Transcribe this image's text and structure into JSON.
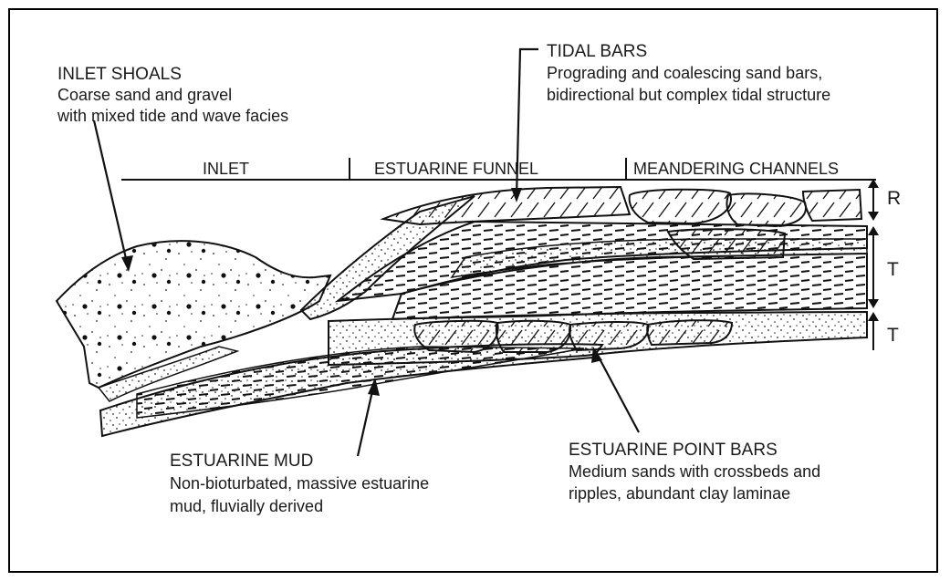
{
  "zones": {
    "inlet": "INLET",
    "estuarine_funnel": "ESTUARINE FUNNEL",
    "meandering_channels": "MEANDERING CHANNELS"
  },
  "side_labels": {
    "r": "R",
    "t_upper": "T",
    "t_lower": "T"
  },
  "annotations": {
    "inlet_shoals": {
      "title": "INLET SHOALS",
      "line1": "Coarse sand and gravel",
      "line2": "with mixed tide and wave facies"
    },
    "tidal_bars": {
      "title": "TIDAL BARS",
      "line1": "Prograding and coalescing sand bars,",
      "line2": "bidirectional but complex tidal structure"
    },
    "estuarine_mud": {
      "title": "ESTUARINE MUD",
      "line1": "Non-bioturbated, massive estuarine",
      "line2": "mud, fluvially derived"
    },
    "estuarine_point_bars": {
      "title": "ESTUARINE POINT BARS",
      "line1": "Medium sands with crossbeds and",
      "line2": "ripples, abundant clay laminae"
    }
  },
  "colors": {
    "ink": "#111111",
    "paper": "#ffffff"
  }
}
